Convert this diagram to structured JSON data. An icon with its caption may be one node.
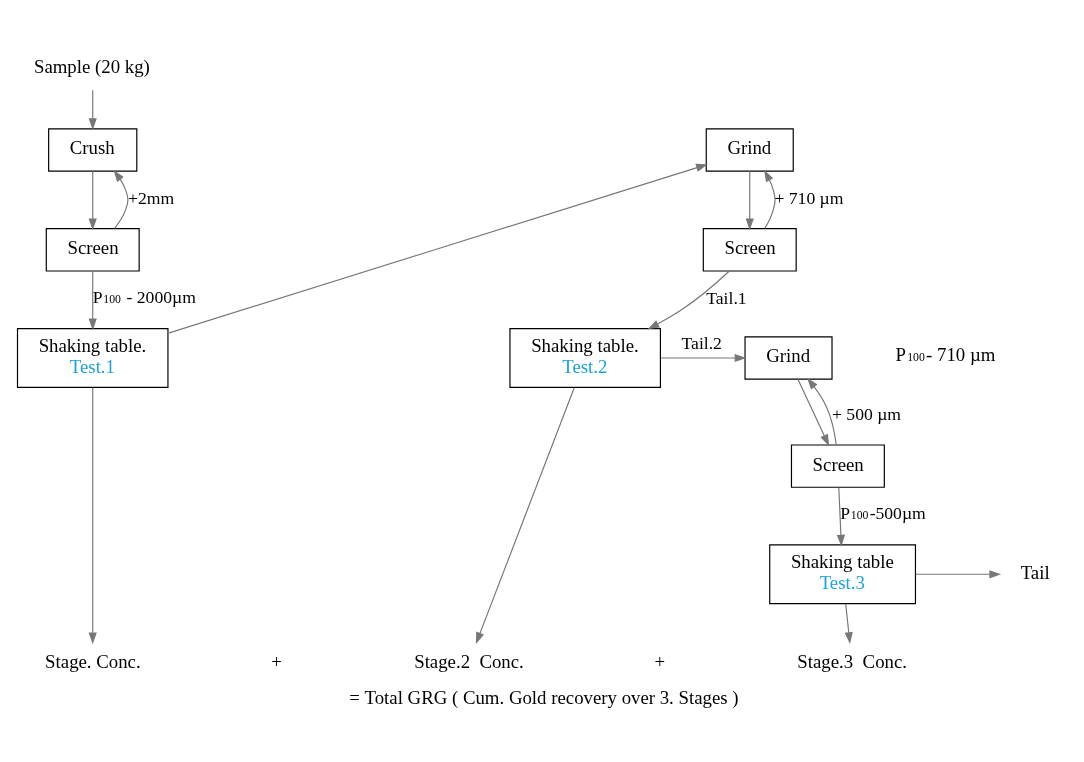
{
  "diagram": {
    "caption": "= Total GRG ( Cum. Gold recovery over 3. Stages )",
    "nodes": [
      {
        "text": [
          "Sample (20 kg)"
        ]
      },
      {
        "text": [
          "Crush"
        ]
      },
      {
        "text": [
          "Screen"
        ]
      },
      {
        "text": [
          "Shaking table.",
          "Test.1"
        ]
      },
      {
        "text": [
          "Grind"
        ]
      },
      {
        "text": [
          "Screen"
        ]
      },
      {
        "text": [
          "Shaking table.",
          "Test.2"
        ]
      },
      {
        "text": [
          "Grind"
        ]
      },
      {
        "text": [
          "Screen"
        ]
      },
      {
        "text": [
          "Shaking table",
          "Test.3"
        ]
      },
      {
        "text": [
          "Tail"
        ]
      },
      {
        "text": [
          "Stage. Conc."
        ]
      },
      {
        "text": [
          "Stage.2  Conc."
        ]
      },
      {
        "text": [
          "Stage.3  Conc."
        ]
      }
    ],
    "edges": [
      {
        "from": 0,
        "to": 1,
        "arrow": "to"
      },
      {
        "from": 1,
        "to": 2,
        "arrow": "to"
      },
      {
        "from": 2,
        "to": 1,
        "arrow": "to",
        "label": "+2mm"
      },
      {
        "from": 2,
        "to": 3,
        "arrow": "to",
        "label": "P$_{100}$ - 2000µm"
      },
      {
        "from": 3,
        "to": 4,
        "arrow": "to"
      },
      {
        "from": 4,
        "to": 5,
        "arrow": "to"
      },
      {
        "from": 5,
        "to": 4,
        "arrow": "to",
        "label": "+ 710 µm"
      },
      {
        "from": 5,
        "to": 6,
        "arrow": "to",
        "label": "Tail.1"
      },
      {
        "from": 6,
        "to": 7,
        "arrow": "to",
        "label": "Tail.2"
      },
      {
        "from": 7,
        "to": 8,
        "arrow": "to"
      },
      {
        "from": 8,
        "to": 7,
        "arrow": "to",
        "label": "+ 500 µm"
      },
      {
        "from": 8,
        "to": 9,
        "arrow": "to",
        "label": "P$_{100}$-500µm"
      },
      {
        "from": 9,
        "to": 10,
        "arrow": "to"
      },
      {
        "from": 3,
        "to": 11,
        "arrow": "to"
      },
      {
        "from": 6,
        "to": 12,
        "arrow": "to"
      },
      {
        "from": 9,
        "to": 13,
        "arrow": "to"
      }
    ],
    "labels": [
      "P$_{100}$- 710 µm",
      "+",
      "+"
    ]
  }
}
